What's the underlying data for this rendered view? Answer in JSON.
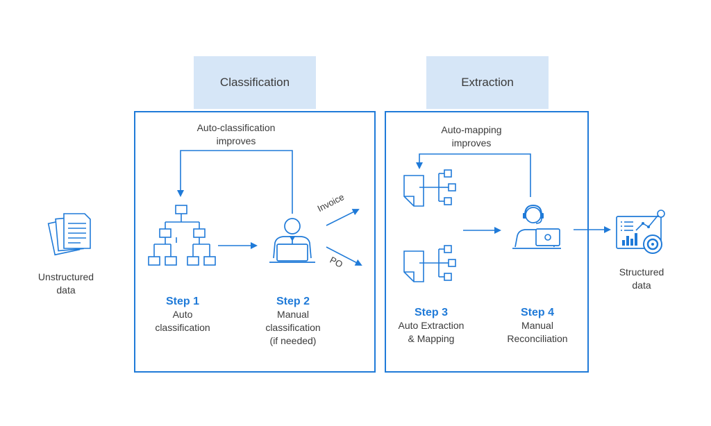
{
  "phases": {
    "classification": "Classification",
    "extraction": "Extraction"
  },
  "loops": {
    "classification_loop": "Auto-classification improves",
    "classification_loop_line1": "Auto-classification",
    "classification_loop_line2": "improves",
    "extraction_loop_line1": "Auto-mapping",
    "extraction_loop_line2": "improves"
  },
  "inputs": {
    "unstructured_line1": "Unstructured",
    "unstructured_line2": "data"
  },
  "outputs": {
    "structured_line1": "Structured",
    "structured_line2": "data"
  },
  "steps": [
    {
      "title": "Step 1",
      "desc_line1": "Auto",
      "desc_line2": "classification",
      "desc_line3": ""
    },
    {
      "title": "Step 2",
      "desc_line1": "Manual",
      "desc_line2": "classification",
      "desc_line3": "(if needed)"
    },
    {
      "title": "Step 3",
      "desc_line1": "Auto Extraction",
      "desc_line2": "& Mapping",
      "desc_line3": ""
    },
    {
      "title": "Step 4",
      "desc_line1": "Manual",
      "desc_line2": "Reconciliation",
      "desc_line3": ""
    }
  ],
  "branches": {
    "invoice": "Invoice",
    "po": "PO"
  },
  "icons": {
    "documents": "documents-stack-icon",
    "hierarchy": "org-chart-icon",
    "person": "person-at-laptop-icon",
    "doc_tree": "document-tree-icon",
    "support": "headset-agent-icon",
    "dashboard": "analytics-dashboard-icon"
  },
  "colors": {
    "accent": "#1f7ad8",
    "tab_fill": "#d6e6f7",
    "text": "#3a3a3a"
  }
}
